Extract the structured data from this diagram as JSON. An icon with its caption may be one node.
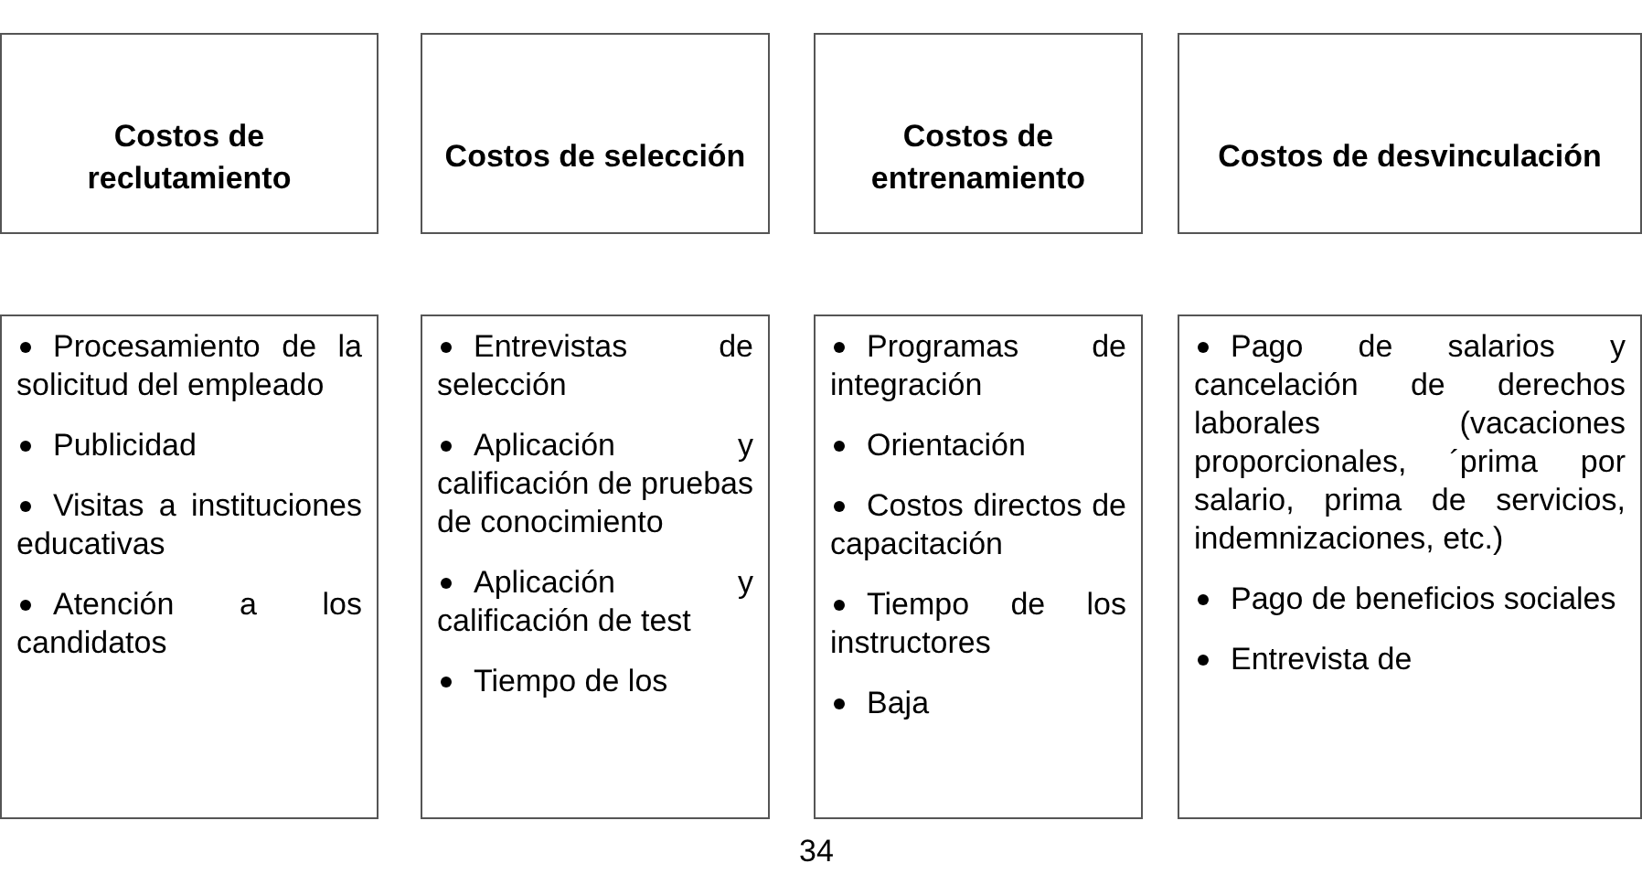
{
  "diagram": {
    "nodes": [
      {
        "text": [
          "Costos de reclutamiento"
        ]
      },
      {
        "text": [
          "Costos de selección"
        ]
      },
      {
        "text": [
          "Costos de entrenamiento"
        ]
      },
      {
        "text": [
          "Costos de desvinculación"
        ]
      },
      {
        "text": [
          "Procesamiento de la solicitud del empleado",
          "Publicidad",
          "Visitas a instituciones educativas",
          "Atención a los candidatos"
        ]
      },
      {
        "text": [
          "Entrevistas de selección",
          "Aplicación y calificación de pruebas de conocimiento",
          "Aplicación y calificación de test",
          "Tiempo de los"
        ]
      },
      {
        "text": [
          "Programas de integración",
          "Orientación",
          "Costos directos de capacitación",
          "Tiempo de los instructores",
          "Baja"
        ]
      },
      {
        "text": [
          "Pago de salarios y cancelación de derechos laborales (vacaciones proporcionales, ´prima por salario, prima de servicios, indemnizaciones, etc.)",
          "Pago de beneficios sociales",
          "Entrevista de"
        ]
      }
    ],
    "edges": [],
    "labels": [
      "34"
    ]
  }
}
